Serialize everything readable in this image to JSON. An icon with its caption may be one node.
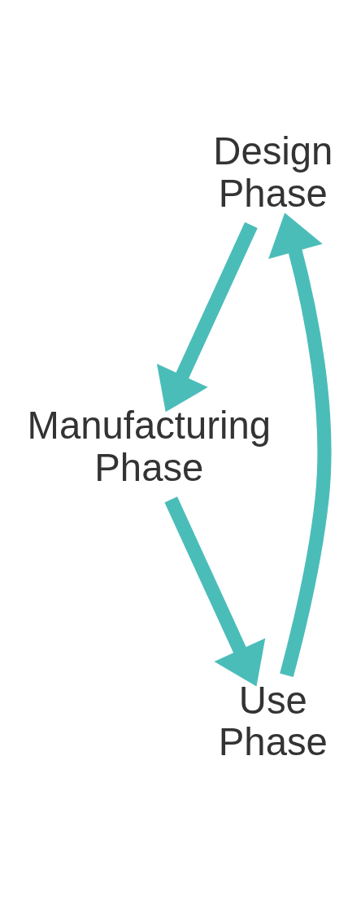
{
  "diagram": {
    "nodes": [
      {
        "text": [
          "Design Phase"
        ]
      },
      {
        "text": [
          "Manufacturing Phase"
        ]
      },
      {
        "text": [
          "Use Phase"
        ]
      }
    ],
    "edges": [
      {
        "from": 0,
        "to": 1,
        "arrow": "to"
      },
      {
        "from": 1,
        "to": 2,
        "arrow": "to"
      },
      {
        "from": 2,
        "to": 0,
        "arrow": "to"
      }
    ]
  }
}
